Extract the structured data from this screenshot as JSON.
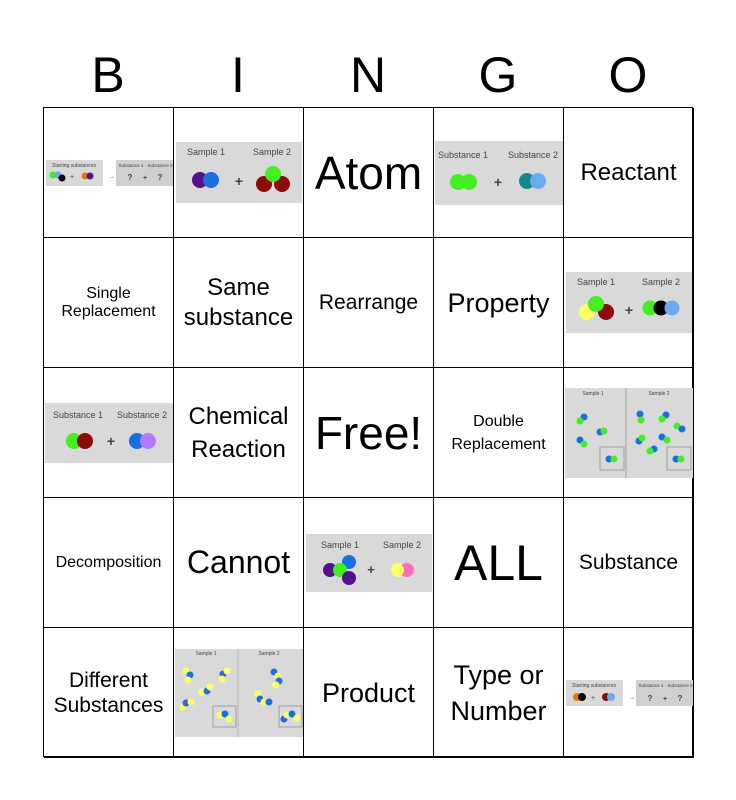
{
  "header": [
    "B",
    "I",
    "N",
    "G",
    "O"
  ],
  "cells": {
    "r1c1": {
      "left_label": "Starting substances",
      "right_label1": "Substance 1",
      "right_label2": "Substance 2",
      "q1": "?",
      "q2": "?",
      "plus": "+"
    },
    "r1c2": {
      "label1": "Sample 1",
      "label2": "Sample 2",
      "plus": "+"
    },
    "r1c3": "Atom",
    "r1c4": {
      "label1": "Substance 1",
      "label2": "Substance 2",
      "plus": "+"
    },
    "r1c5": "Reactant",
    "r2c1": "Single Replacement",
    "r2c2": "Same substance",
    "r2c3": "Rearrange",
    "r2c4": "Property",
    "r2c5": {
      "label1": "Sample 1",
      "label2": "Sample 2",
      "plus": "+"
    },
    "r3c1": {
      "label1": "Substance 1",
      "label2": "Substance 2",
      "plus": "+"
    },
    "r3c2": "Chemical Reaction",
    "r3c3": "Free!",
    "r3c4": "Double Replacement",
    "r3c5": {
      "label1": "Sample 1",
      "label2": "Sample 2"
    },
    "r4c1": "Decomposition",
    "r4c2": "Cannot",
    "r4c3": {
      "label1": "Sample 1",
      "label2": "Sample 2",
      "plus": "+"
    },
    "r4c4": "ALL",
    "r4c5": "Substance",
    "r5c1": "Different Substances",
    "r5c2": {
      "label1": "Sample 1",
      "label2": "Sample 2"
    },
    "r5c3": "Product",
    "r5c4": "Type or Number",
    "r5c5": {
      "left_label": "Starting substances",
      "right_label1": "Substance 1",
      "right_label2": "Substance 2",
      "q1": "?",
      "q2": "?",
      "plus": "+"
    }
  }
}
